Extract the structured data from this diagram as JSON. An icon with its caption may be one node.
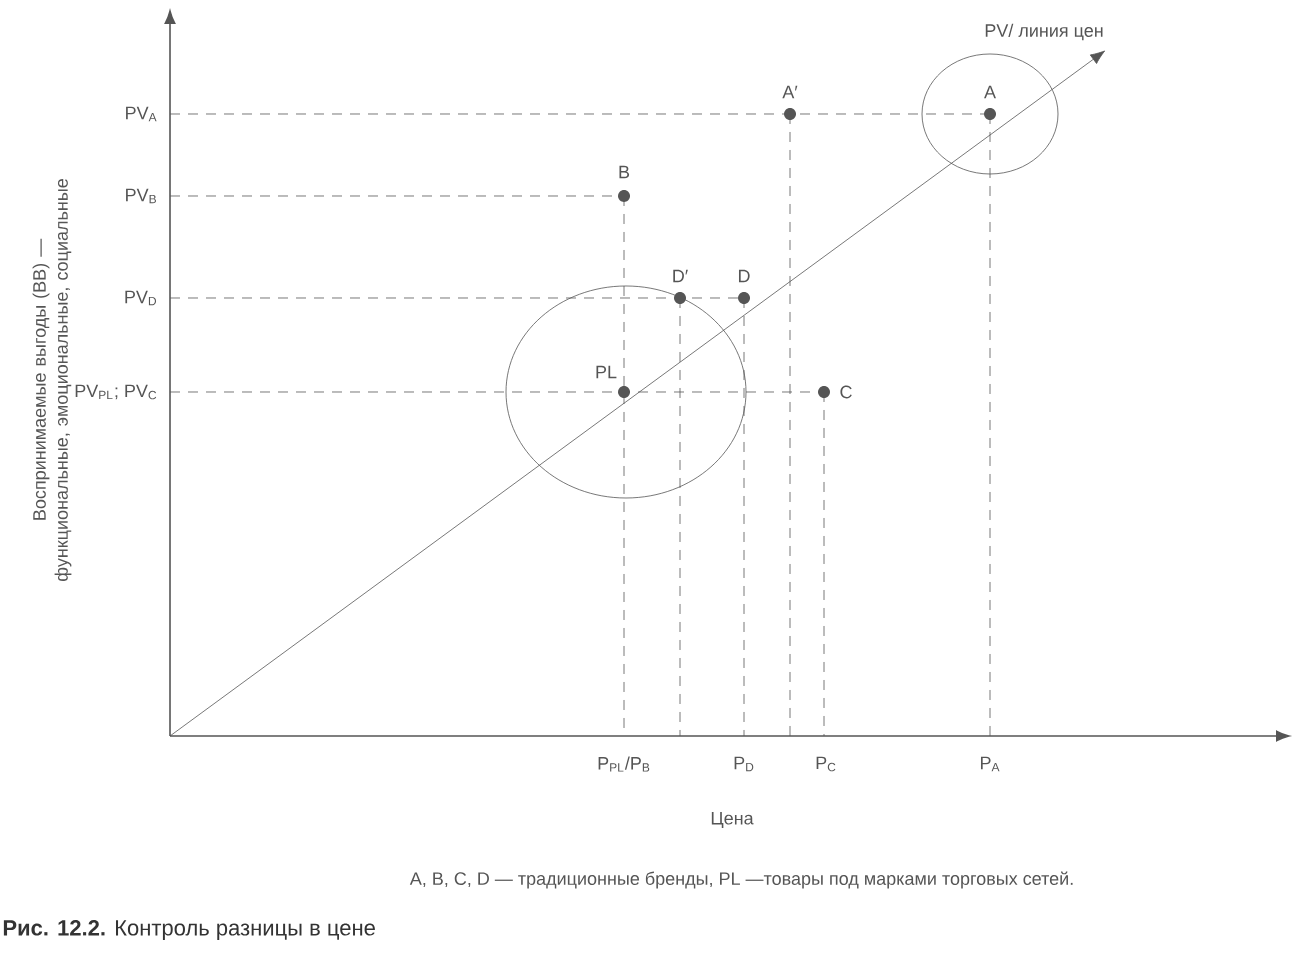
{
  "diagram": {
    "caption": "**Рис. 12.2.** Контроль разницы в цене",
    "labels": [
      "PV/ линия цен",
      "A′",
      "A",
      "PV$_{A}$",
      "PV$_{B}$",
      "B",
      "D′",
      "D",
      "PV$_{D}$",
      "PV$_{PL}$; PV$_{C}$",
      "PL",
      "C",
      "Воспринимаемые выгоды (ВВ) — функциональные, эмоциональные, социальные",
      "P$_{PL}$/P$_{B}$",
      "P$_{D}$",
      "P$_{C}$",
      "P$_{A}$",
      "Цена",
      "A, B, C, D — традиционные бренды, PL —товары под марками торговых сетей."
    ]
  }
}
